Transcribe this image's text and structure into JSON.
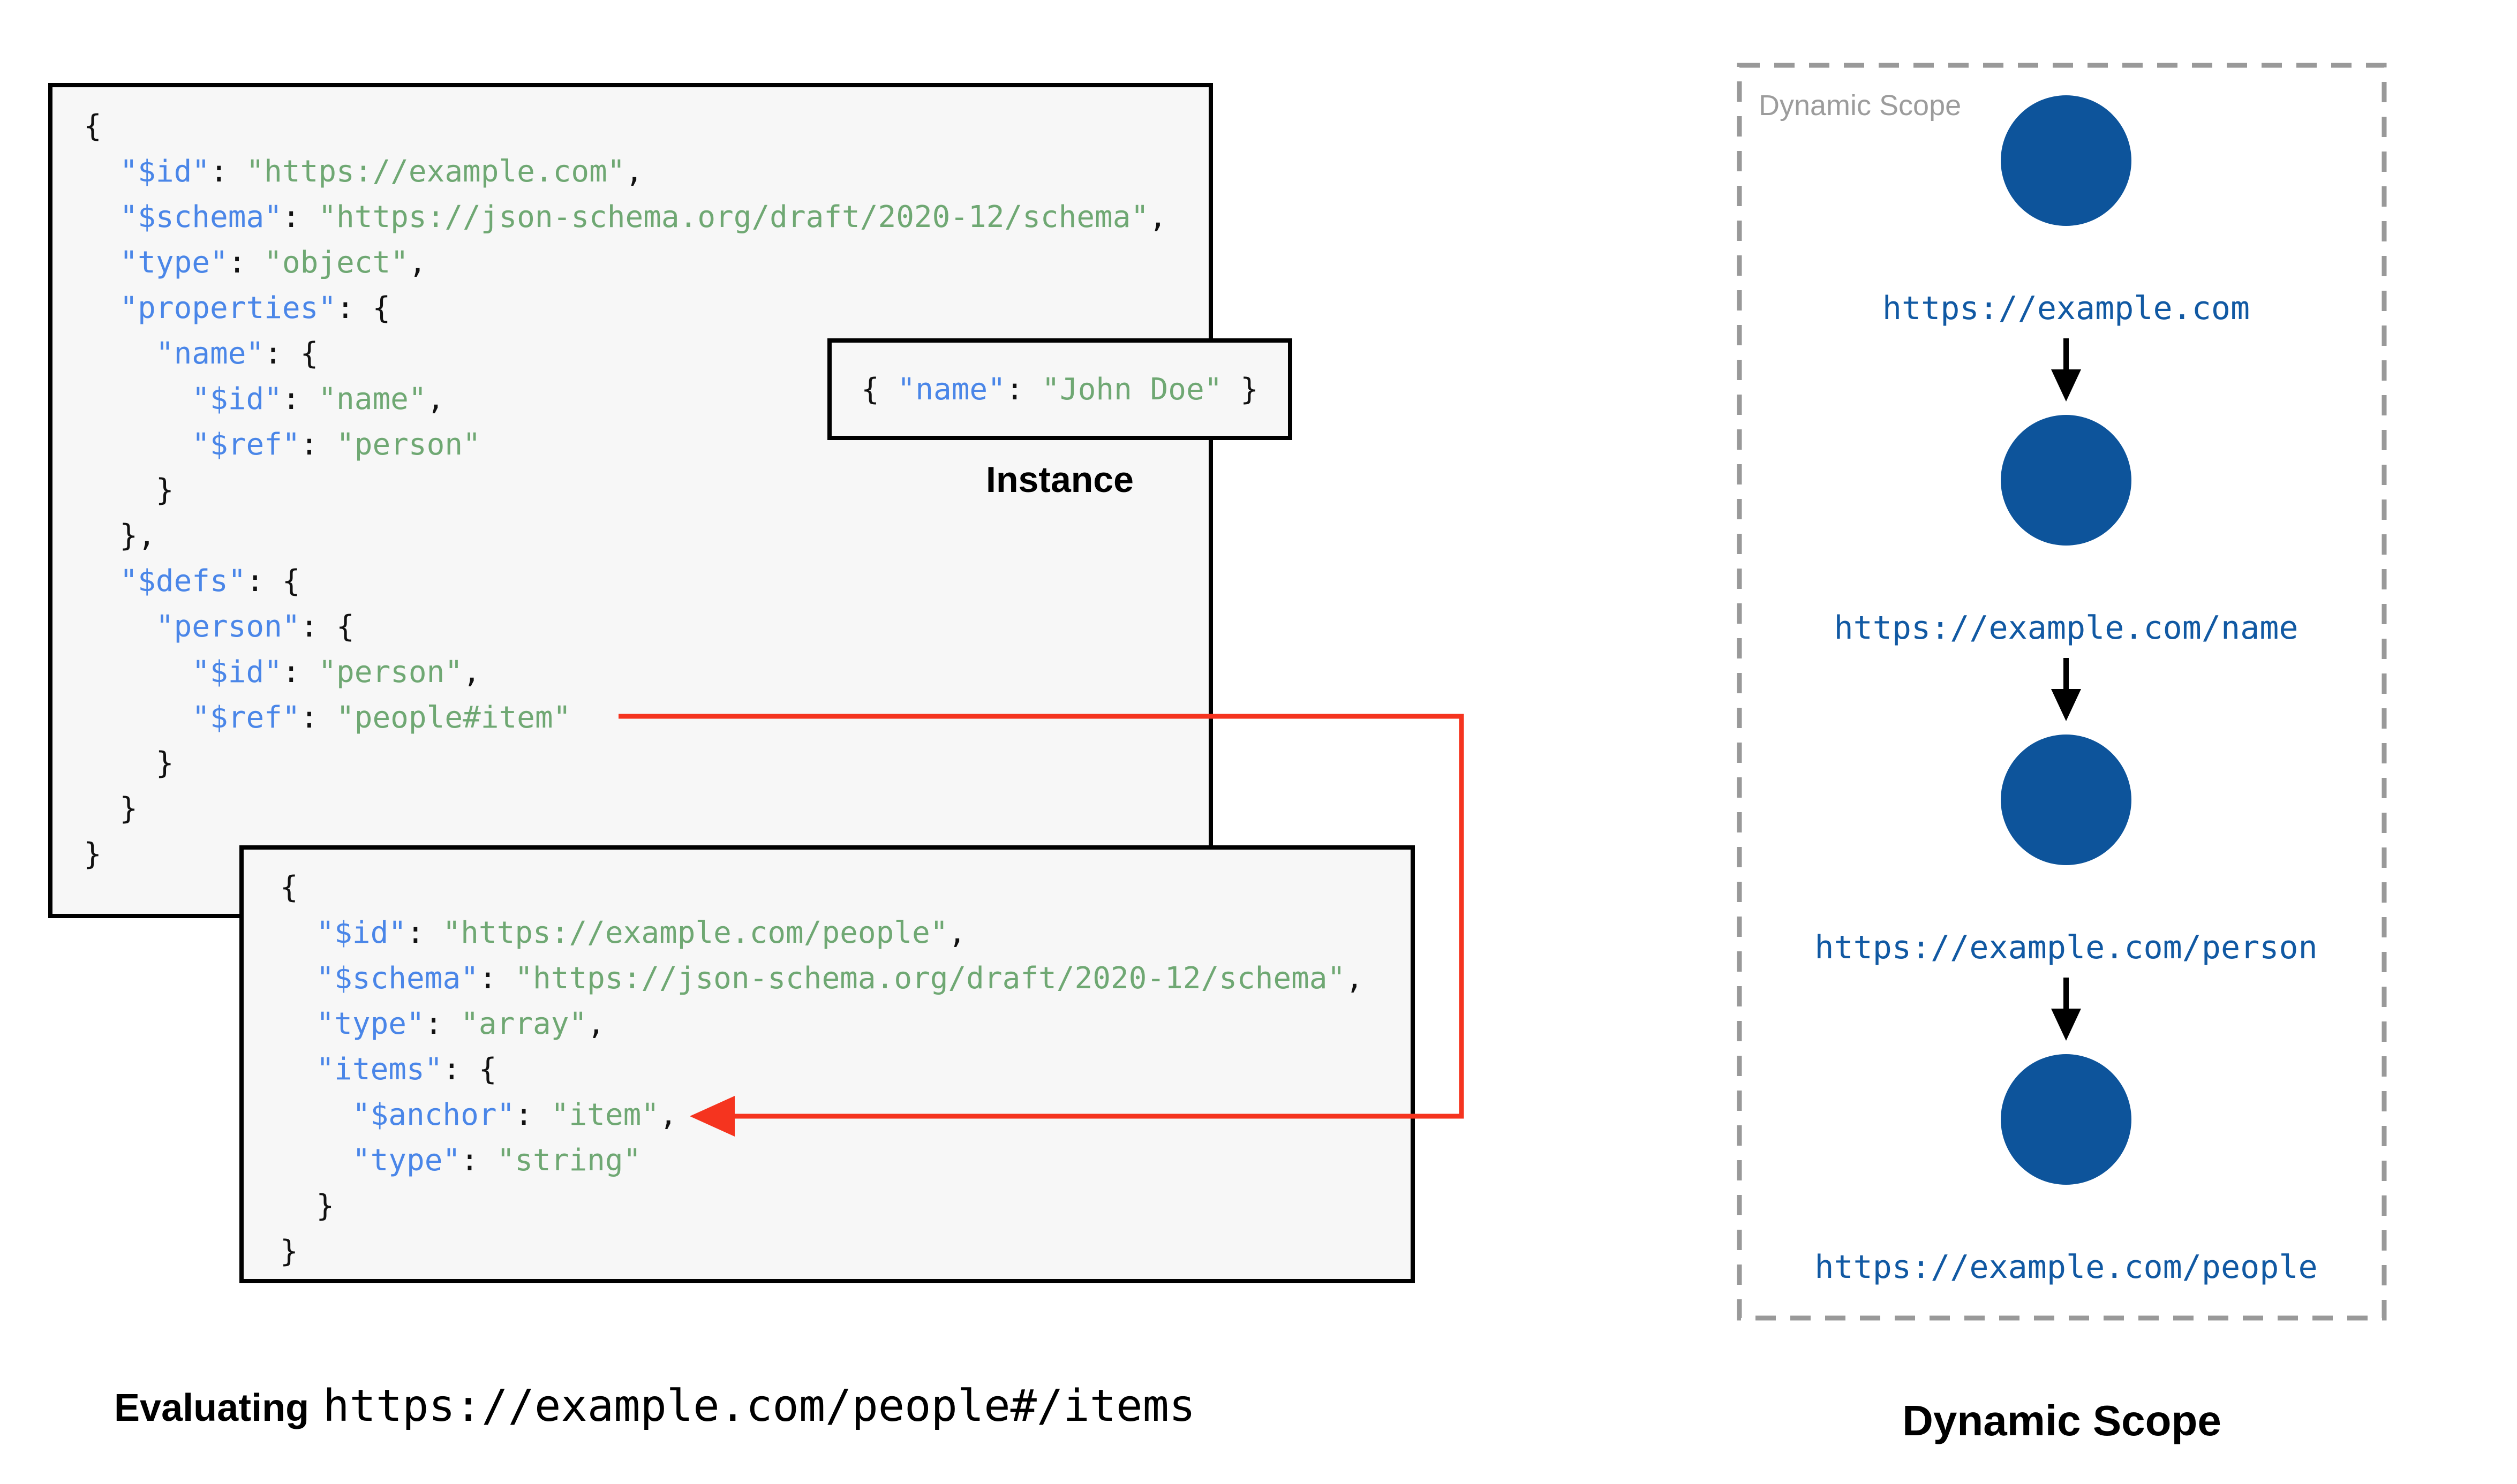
{
  "colors": {
    "key": "#4a86e8",
    "string": "#6fa873",
    "punct": "#111111",
    "code_bg": "#f7f7f7",
    "box_border": "#000000",
    "node_blue": "#0d549b",
    "url_blue": "#1159a3",
    "ref_arrow_red": "#f5341f",
    "scope_border_gray": "#999999",
    "scope_label_gray": "#9c9c9c",
    "flow_arrow_black": "#000000"
  },
  "schema_root": {
    "lines": [
      [
        [
          "p",
          "{"
        ]
      ],
      [
        [
          "p",
          "  "
        ],
        [
          "k",
          "\"$id\""
        ],
        [
          "p",
          ": "
        ],
        [
          "s",
          "\"https://example.com\""
        ],
        [
          "p",
          ","
        ]
      ],
      [
        [
          "p",
          "  "
        ],
        [
          "k",
          "\"$schema\""
        ],
        [
          "p",
          ": "
        ],
        [
          "s",
          "\"https://json-schema.org/draft/2020-12/schema\""
        ],
        [
          "p",
          ","
        ]
      ],
      [
        [
          "p",
          "  "
        ],
        [
          "k",
          "\"type\""
        ],
        [
          "p",
          ": "
        ],
        [
          "s",
          "\"object\""
        ],
        [
          "p",
          ","
        ]
      ],
      [
        [
          "p",
          "  "
        ],
        [
          "k",
          "\"properties\""
        ],
        [
          "p",
          ": {"
        ]
      ],
      [
        [
          "p",
          "    "
        ],
        [
          "k",
          "\"name\""
        ],
        [
          "p",
          ": {"
        ]
      ],
      [
        [
          "p",
          "      "
        ],
        [
          "k",
          "\"$id\""
        ],
        [
          "p",
          ": "
        ],
        [
          "s",
          "\"name\""
        ],
        [
          "p",
          ","
        ]
      ],
      [
        [
          "p",
          "      "
        ],
        [
          "k",
          "\"$ref\""
        ],
        [
          "p",
          ": "
        ],
        [
          "s",
          "\"person\""
        ]
      ],
      [
        [
          "p",
          "    }"
        ]
      ],
      [
        [
          "p",
          "  },"
        ]
      ],
      [
        [
          "p",
          "  "
        ],
        [
          "k",
          "\"$defs\""
        ],
        [
          "p",
          ": {"
        ]
      ],
      [
        [
          "p",
          "    "
        ],
        [
          "k",
          "\"person\""
        ],
        [
          "p",
          ": {"
        ]
      ],
      [
        [
          "p",
          "      "
        ],
        [
          "k",
          "\"$id\""
        ],
        [
          "p",
          ": "
        ],
        [
          "s",
          "\"person\""
        ],
        [
          "p",
          ","
        ]
      ],
      [
        [
          "p",
          "      "
        ],
        [
          "k",
          "\"$ref\""
        ],
        [
          "p",
          ": "
        ],
        [
          "s",
          "\"people#item\""
        ]
      ],
      [
        [
          "p",
          "    }"
        ]
      ],
      [
        [
          "p",
          "  }"
        ]
      ],
      [
        [
          "p",
          "}"
        ]
      ]
    ]
  },
  "instance": {
    "lines": [
      [
        [
          "p",
          "{ "
        ],
        [
          "k",
          "\"name\""
        ],
        [
          "p",
          ": "
        ],
        [
          "s",
          "\"John Doe\""
        ],
        [
          "p",
          " }"
        ]
      ]
    ],
    "label": "Instance"
  },
  "schema_people": {
    "lines": [
      [
        [
          "p",
          "{"
        ]
      ],
      [
        [
          "p",
          "  "
        ],
        [
          "k",
          "\"$id\""
        ],
        [
          "p",
          ": "
        ],
        [
          "s",
          "\"https://example.com/people\""
        ],
        [
          "p",
          ","
        ]
      ],
      [
        [
          "p",
          "  "
        ],
        [
          "k",
          "\"$schema\""
        ],
        [
          "p",
          ": "
        ],
        [
          "s",
          "\"https://json-schema.org/draft/2020-12/schema\""
        ],
        [
          "p",
          ","
        ]
      ],
      [
        [
          "p",
          "  "
        ],
        [
          "k",
          "\"type\""
        ],
        [
          "p",
          ": "
        ],
        [
          "s",
          "\"array\""
        ],
        [
          "p",
          ","
        ]
      ],
      [
        [
          "p",
          "  "
        ],
        [
          "k",
          "\"items\""
        ],
        [
          "p",
          ": {"
        ]
      ],
      [
        [
          "p",
          "    "
        ],
        [
          "k",
          "\"$anchor\""
        ],
        [
          "p",
          ": "
        ],
        [
          "s",
          "\"item\""
        ],
        [
          "p",
          ","
        ]
      ],
      [
        [
          "p",
          "    "
        ],
        [
          "k",
          "\"type\""
        ],
        [
          "p",
          ": "
        ],
        [
          "s",
          "\"string\""
        ]
      ],
      [
        [
          "p",
          "  }"
        ]
      ],
      [
        [
          "p",
          "}"
        ]
      ]
    ]
  },
  "evaluating_caption": {
    "bold": "Evaluating",
    "uri": "https://example.com/people#/items"
  },
  "dynamic_scope": {
    "box_label": "Dynamic Scope",
    "nodes": [
      {
        "url": "https://example.com"
      },
      {
        "url": "https://example.com/name"
      },
      {
        "url": "https://example.com/person"
      },
      {
        "url": "https://example.com/people"
      }
    ],
    "caption": "Dynamic Scope"
  }
}
